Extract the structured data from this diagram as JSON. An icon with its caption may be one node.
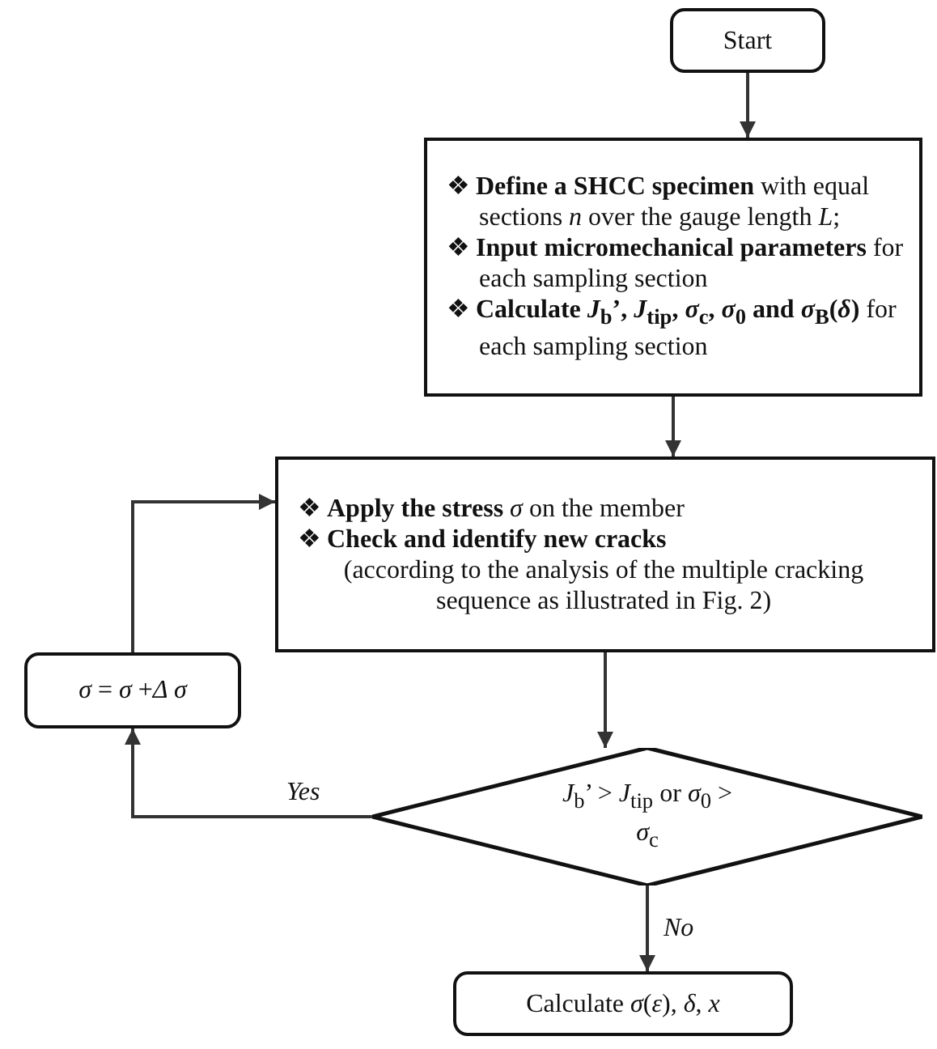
{
  "diagram": {
    "nodes": [
      {
        "text": [
          "Start"
        ]
      },
      {
        "text": [
          "❖ **Define a SHCC specimen** with equal sections *n* over the gauge length *L*;",
          "❖ **Input micromechanical parameters** for each sampling section",
          "❖ **Calculate *J*$_{b}$’, *J*$_{tip}$, *σ*$_{c}$, *σ*$_{0}$ and *σ*$_{B}$(*δ*)** for each sampling section"
        ]
      },
      {
        "text": [
          "❖ **Apply the stress** *σ* on the member",
          "❖ **Check and identify new cracks**",
          "(according to the analysis of the multiple cracking sequence as illustrated in Fig. 2)"
        ]
      },
      {
        "text": [
          "*J*$_{b}$’ > *J*$_{tip}$ or *σ*$_{0}$ > *σ*$_{c}$"
        ]
      },
      {
        "text": [
          "*σ* = *σ* +*Δ σ*"
        ]
      },
      {
        "text": [
          "Calculate *σ*(*ε*), *δ*, *x*"
        ]
      }
    ],
    "edges": [
      {
        "from": 0,
        "to": 1,
        "arrow": "to"
      },
      {
        "from": 1,
        "to": 2,
        "arrow": "to"
      },
      {
        "from": 2,
        "to": 3,
        "arrow": "to"
      },
      {
        "from": 3,
        "to": 5,
        "arrow": "to",
        "label": "No"
      },
      {
        "from": 3,
        "to": 4,
        "arrow": "to",
        "label": "Yes"
      },
      {
        "from": 4,
        "to": 2,
        "arrow": "to"
      }
    ]
  }
}
